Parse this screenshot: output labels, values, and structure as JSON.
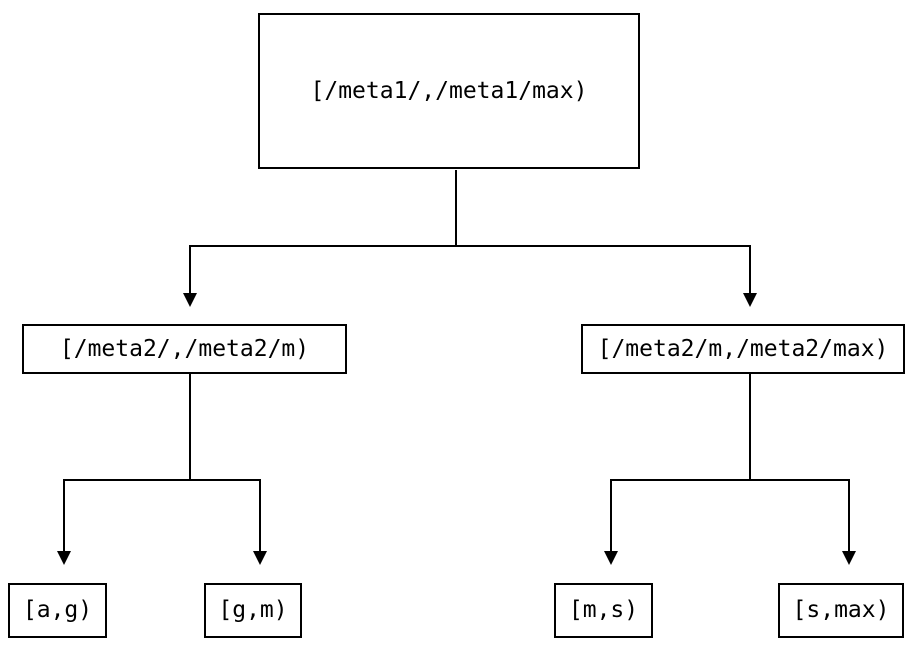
{
  "diagram": {
    "type": "tree",
    "nodes": {
      "root": {
        "label": "[/meta1/,/meta1/max)"
      },
      "left": {
        "label": "[/meta2/,/meta2/m)"
      },
      "right": {
        "label": "[/meta2/m,/meta2/max)"
      },
      "leaf_ag": {
        "label": "[a,g)"
      },
      "leaf_gm": {
        "label": "[g,m)"
      },
      "leaf_ms": {
        "label": "[m,s)"
      },
      "leaf_smax": {
        "label": "[s,max)"
      }
    },
    "edges": [
      {
        "from": "root",
        "to": "left"
      },
      {
        "from": "root",
        "to": "right"
      },
      {
        "from": "left",
        "to": "leaf_ag"
      },
      {
        "from": "left",
        "to": "leaf_gm"
      },
      {
        "from": "right",
        "to": "leaf_ms"
      },
      {
        "from": "right",
        "to": "leaf_smax"
      }
    ],
    "colors": {
      "background": "#ffffff",
      "line": "#000000",
      "text": "#000000"
    }
  }
}
